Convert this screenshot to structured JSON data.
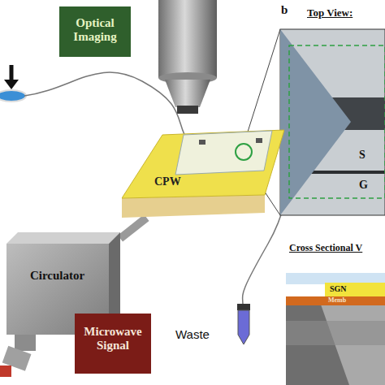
{
  "diagram": {
    "nodes": [
      {
        "text": [
          "Optical Imaging"
        ]
      },
      {
        "text": [
          "CPW"
        ]
      },
      {
        "text": [
          "Circulator"
        ]
      },
      {
        "text": [
          "Microwave Signal"
        ]
      },
      {
        "text": [
          "SGN"
        ]
      },
      {
        "text": [
          "Memb"
        ]
      }
    ],
    "edges": [
      {
        "from": 2,
        "to": 1,
        "arrow": "none"
      }
    ],
    "labels": [
      "b",
      "Top View:",
      "S",
      "G",
      "Cross Sectional V",
      "Waste"
    ]
  }
}
